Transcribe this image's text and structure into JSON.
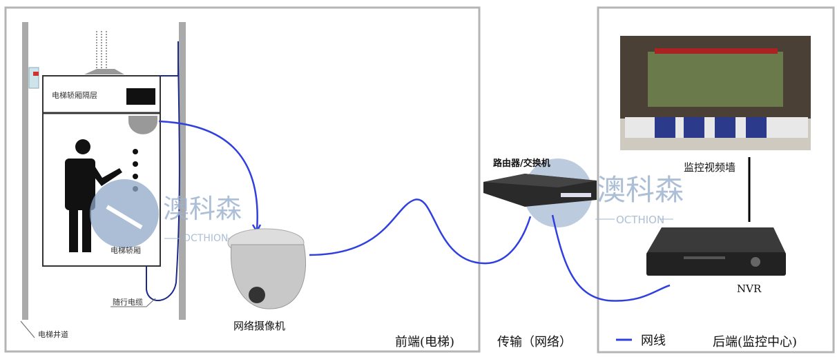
{
  "colors": {
    "cable": "#2f3fe0",
    "frame": "#b5b5b5",
    "watermark": "#8fa8c8"
  },
  "elevator": {
    "car_ceiling": "电梯轿厢隔层",
    "car": "电梯轿厢",
    "traveling_cable": "随行电缆",
    "shaft": "电梯井道"
  },
  "devices": {
    "camera": "网络摄像机",
    "router": "路由器/交换机",
    "video_wall": "监控视频墙",
    "nvr": "NVR"
  },
  "sections": {
    "front": "前端(电梯)",
    "transport": "传输（网络）",
    "back": "后端(监控中心)"
  },
  "legend": {
    "cable": "网线"
  },
  "watermark": {
    "name": "澳科森",
    "latin": "OCTHION"
  }
}
